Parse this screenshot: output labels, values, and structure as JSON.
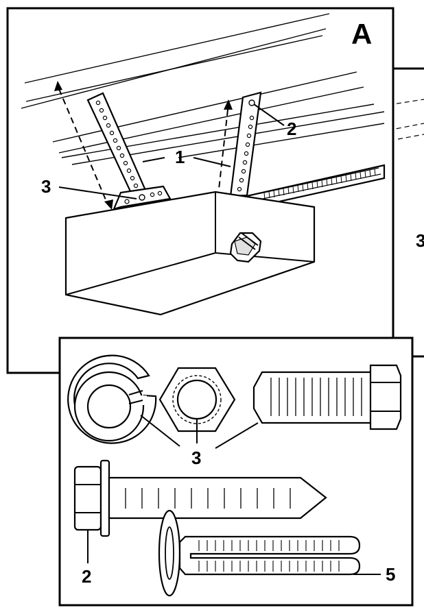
{
  "panel_a": {
    "letter": "A",
    "callouts": {
      "strap": "1",
      "bolt": "2",
      "fastener": "3",
      "partial": "3"
    }
  },
  "hardware": {
    "callouts": {
      "fasteners": "3",
      "bolt": "2",
      "anchor": "5"
    }
  }
}
